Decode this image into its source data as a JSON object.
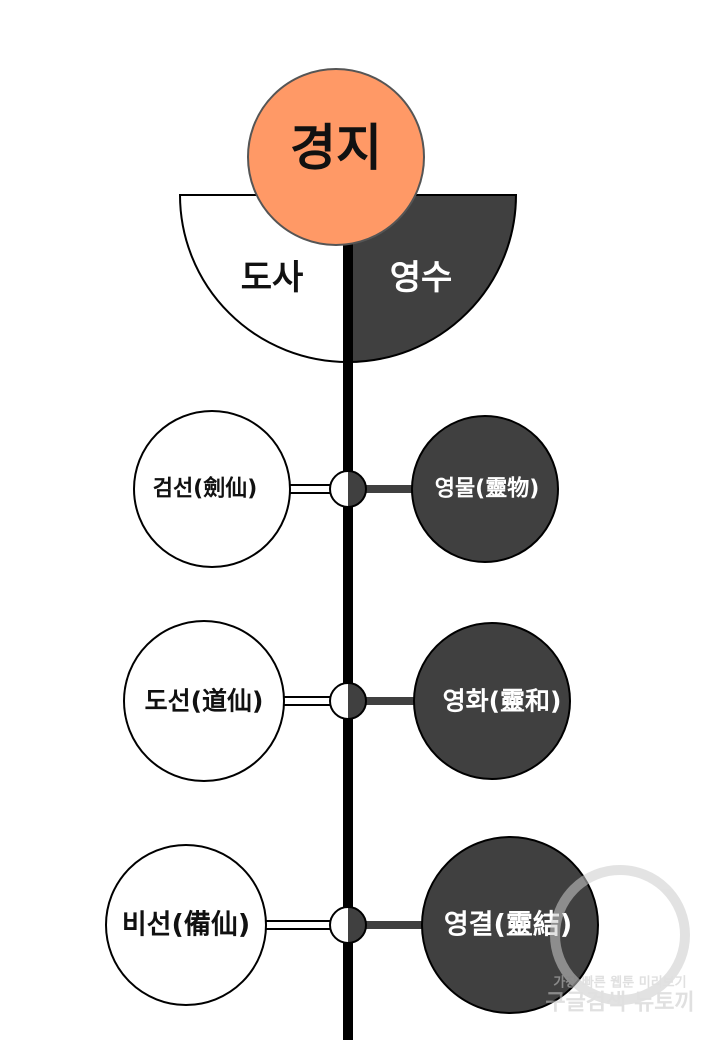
{
  "title": "경지",
  "branches": {
    "left": "도사",
    "right": "영수"
  },
  "rows": [
    {
      "left": "검선(劍仙)",
      "right": "영물(靈物)"
    },
    {
      "left": "도선(道仙)",
      "right": "영화(靈和)"
    },
    {
      "left": "비선(備仙)",
      "right": "영결(靈結)"
    }
  ],
  "watermark": {
    "line1": "가장 빠른 웹툰 미리보기",
    "line2": "구글검색 뉴토끼"
  },
  "colors": {
    "accent": "#FF9966",
    "dark": "#404040",
    "line": "#000000"
  }
}
